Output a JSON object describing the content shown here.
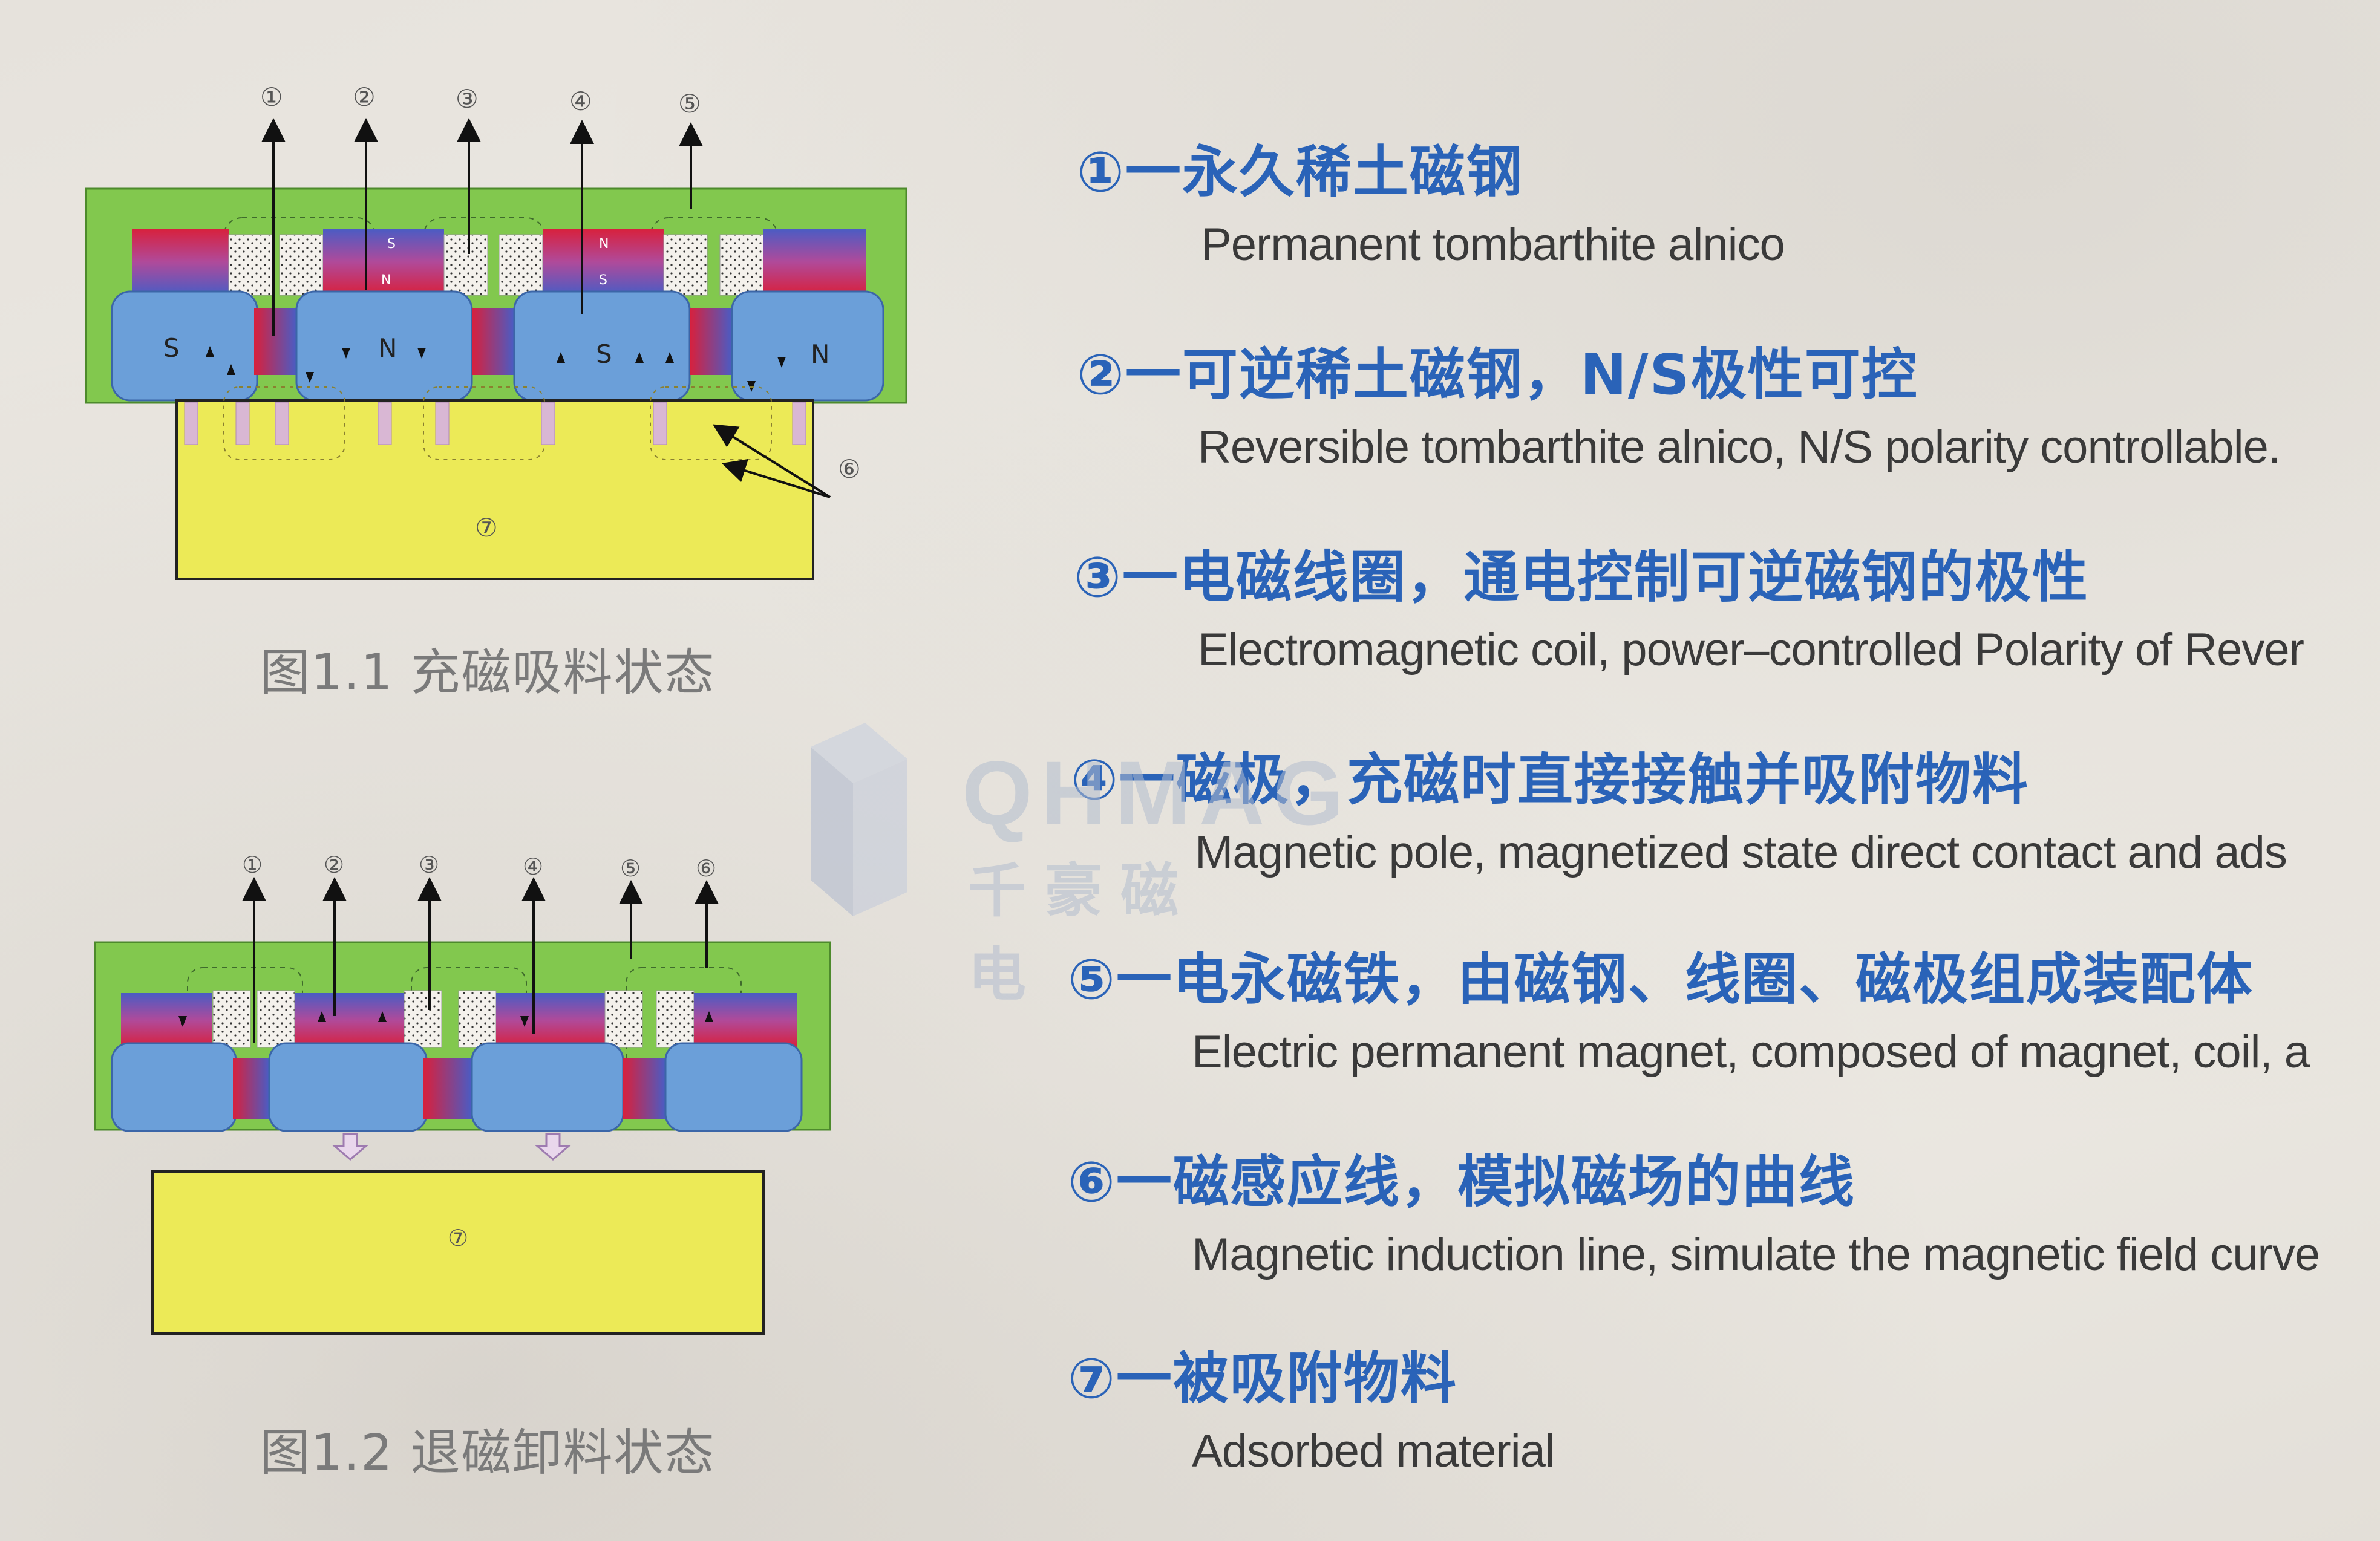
{
  "figures": [
    {
      "caption": "图1.1 充磁吸料状态",
      "callouts": [
        "①",
        "②",
        "③",
        "④",
        "⑤",
        "⑥",
        "⑦"
      ],
      "pole_labels": [
        "S",
        "N",
        "S",
        "N"
      ]
    },
    {
      "caption": "图1.2 退磁卸料状态",
      "callouts": [
        "①",
        "②",
        "③",
        "④",
        "⑤",
        "⑥",
        "⑦"
      ]
    }
  ],
  "legend": [
    {
      "num": "①",
      "cn": "一永久稀土磁钢",
      "en": "Permanent tombarthite alnico"
    },
    {
      "num": "②",
      "cn": "一可逆稀土磁钢，N/S极性可控",
      "en": "Reversible tombarthite alnico, N/S polarity controllable."
    },
    {
      "num": "③",
      "cn": "一电磁线圈，通电控制可逆磁钢的极性",
      "en": "Electromagnetic coil, power–controlled Polarity of Rever"
    },
    {
      "num": "④",
      "cn": "一磁极，充磁时直接接触并吸附物料",
      "en": "Magnetic pole, magnetized state direct contact and ads"
    },
    {
      "num": "⑤",
      "cn": "一电永磁铁，由磁钢、线圈、磁极组成装配体",
      "en": "Electric permanent magnet, composed of magnet, coil, a"
    },
    {
      "num": "⑥",
      "cn": "一磁感应线，模拟磁场的曲线",
      "en": "Magnetic induction line, simulate the magnetic field curve"
    },
    {
      "num": "⑦",
      "cn": "一被吸附物料",
      "en": "Adsorbed material"
    }
  ],
  "watermark": {
    "brand": "QHMAG",
    "cn": "千豪磁电"
  },
  "colors": {
    "housing": "#82c84e",
    "pole": "#6b9fd9",
    "workpiece": "#ecea57",
    "magnet_red": "#d8203c",
    "magnet_blue": "#4a5cc4",
    "legend_text": "#2a63b8"
  }
}
